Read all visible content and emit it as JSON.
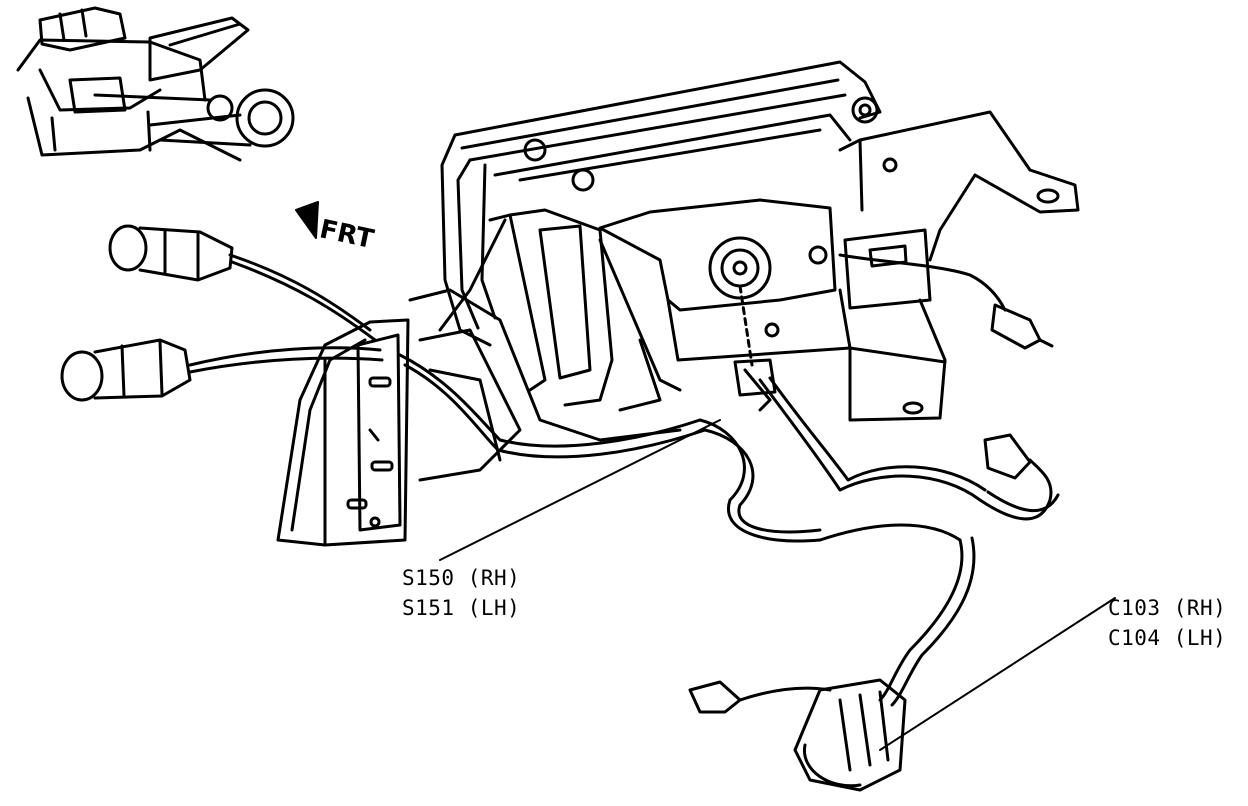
{
  "direction": {
    "label": "FRT",
    "icon": "front-arrow-icon"
  },
  "callouts": {
    "splice": {
      "lines": [
        "S150 (RH)",
        "S151 (LH)"
      ]
    },
    "connector": {
      "lines": [
        "C103 (RH)",
        "C104 (LH)"
      ]
    }
  },
  "colors": {
    "ink": "#000000",
    "paper": "#ffffff"
  }
}
